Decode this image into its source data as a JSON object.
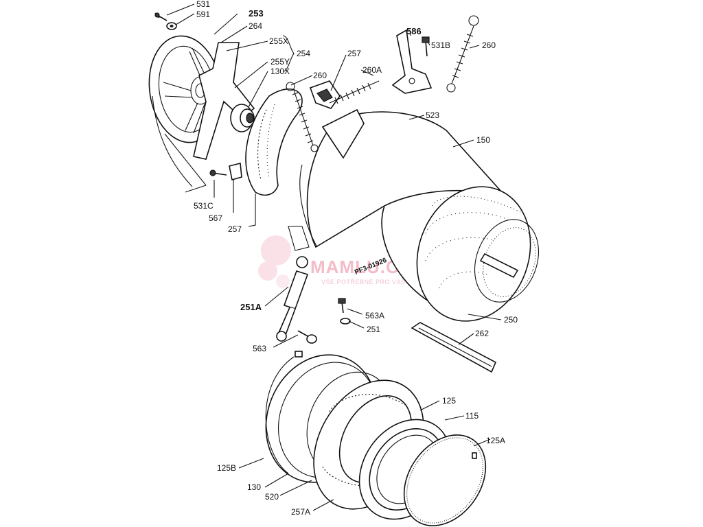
{
  "diagram": {
    "stamp": "PF3-01926",
    "watermark": {
      "title": "MAMLU.CZ",
      "subtitle": "VŠE POTŘEBNÉ PRO VÁŠ DOMOV"
    },
    "labels": {
      "l531": "531",
      "l591": "591",
      "l253": "253",
      "l264": "264",
      "l255x": "255X",
      "l254": "254",
      "l255y": "255Y",
      "l130x": "130X",
      "l257_top": "257",
      "l260a": "260A",
      "l260_mid": "260",
      "l586": "586",
      "l531b": "531B",
      "l260_right": "260",
      "l523": "523",
      "l150": "150",
      "l531c": "531C",
      "l567": "567",
      "l257_left": "257",
      "l251a": "251A",
      "l563a": "563A",
      "l251": "251",
      "l250": "250",
      "l563": "563",
      "l262": "262",
      "l125": "125",
      "l115": "115",
      "l125a": "125A",
      "l125b": "125B",
      "l130": "130",
      "l520": "520",
      "l257a": "257A"
    }
  }
}
